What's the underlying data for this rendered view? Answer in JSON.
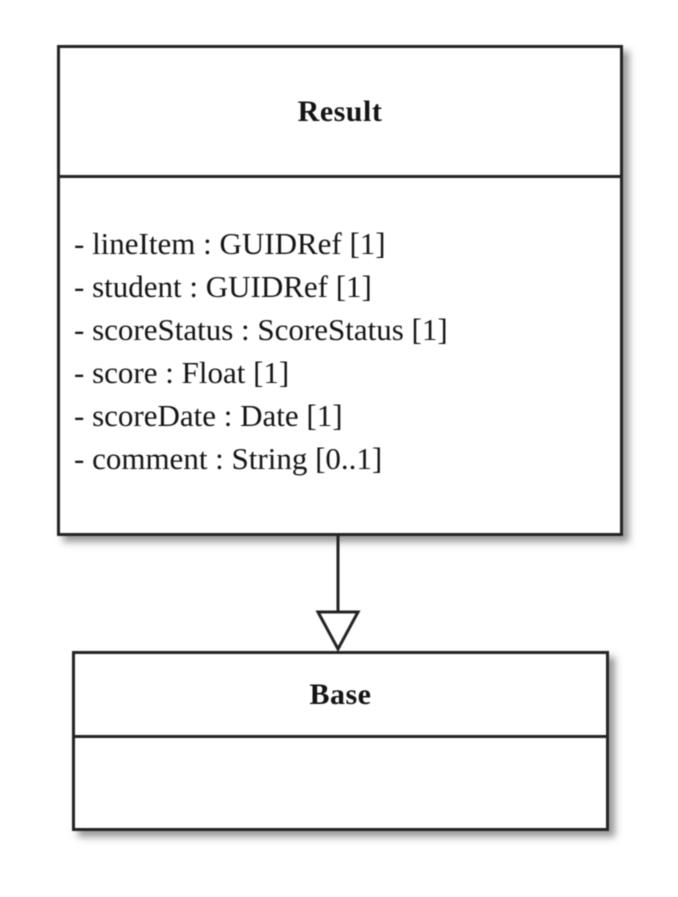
{
  "diagram": {
    "kind": "uml-class-diagram",
    "background": "#ffffff",
    "border_color": "#242424",
    "text_color": "#141414",
    "classes": [
      {
        "name": "Result",
        "attributes": [
          "- lineItem : GUIDRef [1]",
          "- student : GUIDRef [1]",
          "- scoreStatus : ScoreStatus [1]",
          "- score : Float [1]",
          "- scoreDate : Date [1]",
          "- comment : String [0..1]"
        ]
      },
      {
        "name": "Base",
        "attributes": []
      }
    ],
    "relationships": [
      {
        "from": "Result",
        "to": "Base",
        "type": "generalization"
      }
    ]
  }
}
